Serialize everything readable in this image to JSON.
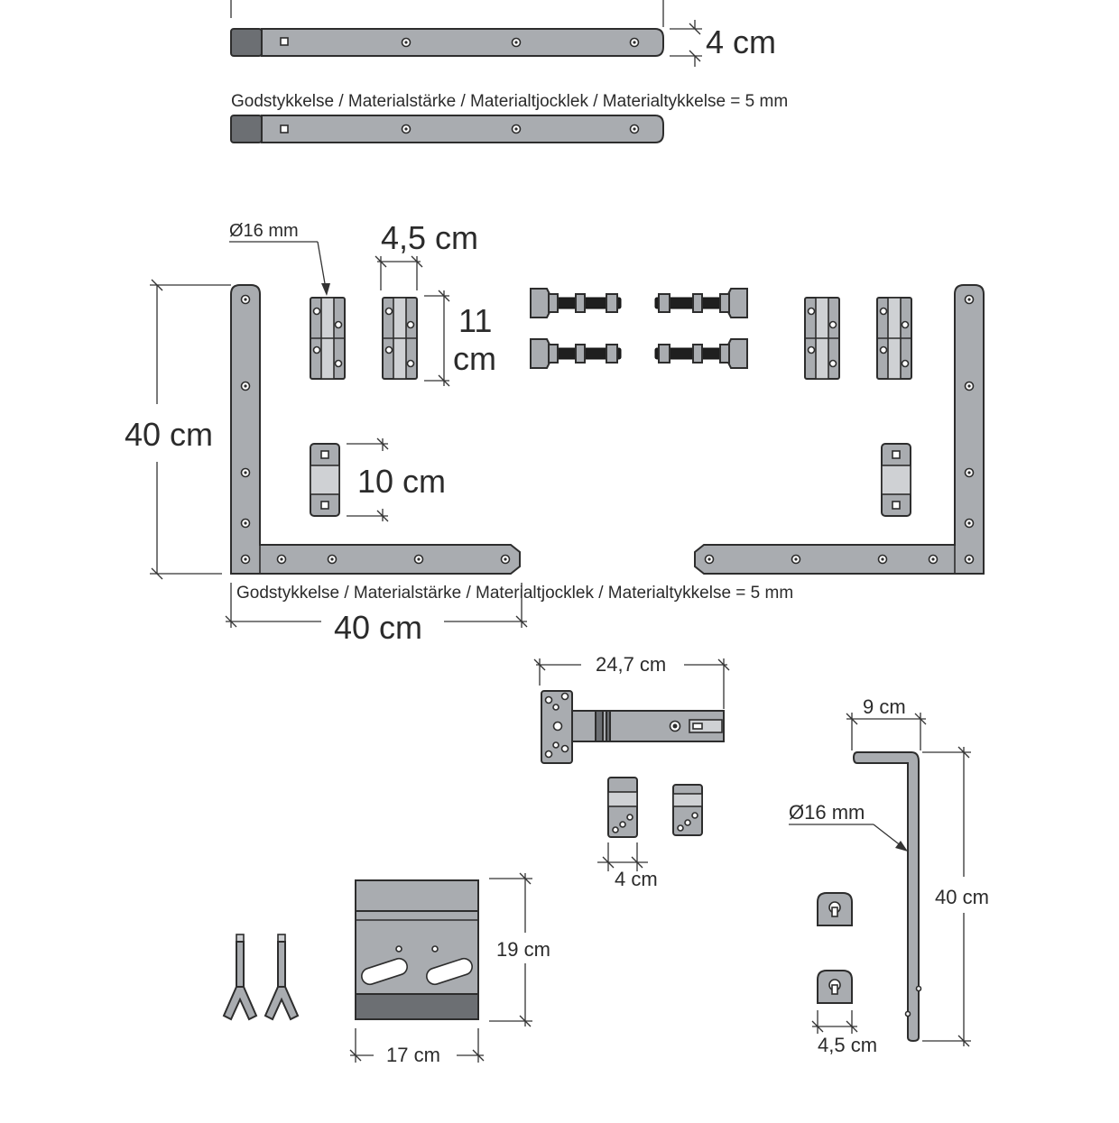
{
  "labels": {
    "strap_top_height": "4 cm",
    "material_note_top": "Godstykkelse / Materialstärke / Materialtjocklek / Materialtykkelse = 5 mm",
    "pin_diameter_left": "Ø16 mm",
    "hinge_width": "4,5 cm",
    "hinge_height_line1": "11",
    "hinge_height_line2": "cm",
    "angle_height": "40 cm",
    "bracket_height": "10 cm",
    "material_note_middle": "Godstykkelse / Materialstärke / Materialtjocklek / Materialtykkelse = 5 mm",
    "angle_width": "40 cm",
    "latch_length": "24,7 cm",
    "rod_hook": "9 cm",
    "rod_diameter": "Ø16 mm",
    "rod_length": "40 cm",
    "catch_width": "4 cm",
    "plate_height": "19 cm",
    "plate_width": "17 cm",
    "keeper_width": "4,5 cm"
  },
  "colors": {
    "metal": "#a9acb0",
    "metal_dark": "#6c6f73",
    "outline": "#2d2d2d"
  }
}
